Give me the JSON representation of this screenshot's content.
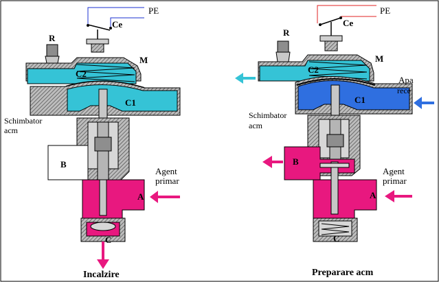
{
  "colors": {
    "cold_water": "#35c3d6",
    "blue_water": "#2f6fe0",
    "hot_agent": "#e8187f",
    "body": "#9a9a9a",
    "wire_left": "#1a2fd0",
    "wire_right": "#e02020"
  },
  "left": {
    "pe": "PE",
    "ce": "Ce",
    "r": "R",
    "m": "M",
    "c2": "C2",
    "c1": "C1",
    "exchanger_line1": "Schimbator",
    "exchanger_line2": "acm",
    "b": "B",
    "agent_line1": "Agent",
    "agent_line2": "primar",
    "a": "A",
    "c": "C",
    "caption": "Incalzire"
  },
  "right": {
    "pe": "PE",
    "ce": "Ce",
    "r": "R",
    "m": "M",
    "c2": "C2",
    "c1": "C1",
    "cold_line1": "Apa",
    "cold_line2": "rece",
    "exchanger_line1": "Schimbator",
    "exchanger_line2": "acm",
    "b": "B",
    "agent_line1": "Agent",
    "agent_line2": "primar",
    "a": "A",
    "c": "C",
    "caption": "Preparare acm"
  }
}
